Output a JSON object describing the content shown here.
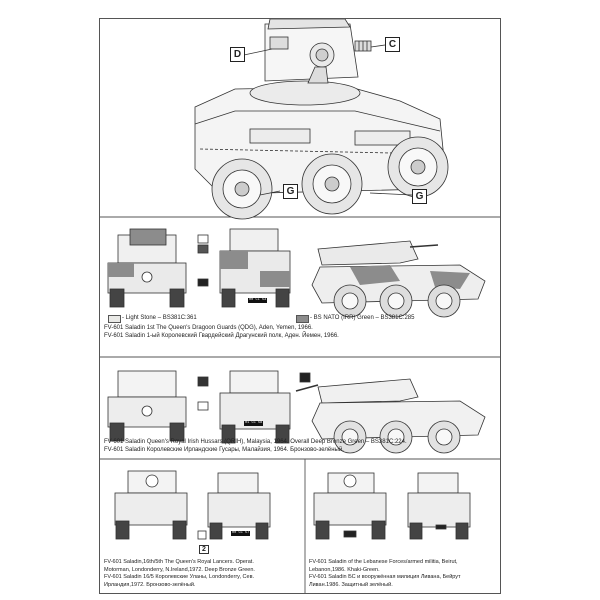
{
  "callouts": {
    "c": "C",
    "d": "D",
    "g1": "G",
    "g2": "G"
  },
  "legend": {
    "light_stone": "- Light Stone – BS381C:361",
    "light_stone_color": "#e9e9e6",
    "nato_green": "- BS NATO (IRR) Green – BS381C:285",
    "nato_green_color": "#8c8c8c"
  },
  "schemes": [
    {
      "en": "FV-601 Saladin 1st The Queen's Dragoon Guards (QDG), Aden, Yemen, 1966.",
      "ru": "FV-601 Saladin 1-ый Королевский Гвардейский Драгунский полк, Аден. Йемен, 1966."
    },
    {
      "en": "FV-601 Saladin Queen's Royal Irish Hussars (QRIH), Malaysia, 1964. Overall Deep Bronze Green – BS381C:224.",
      "ru": "FV-601 Saladin Королевские Ирландские Гусары, Малайзия, 1964. Бронзово-зелёный."
    },
    {
      "lines": [
        "FV-601 Saladin,16th/5th The Queen's Royal Lancers. Operat.",
        "Motorman, Londonderry, N.Ireland,1972. Deep Bronze Green.",
        "FV-601 Saladin 16/5 Королевские Уланы, Londonderry, Сев.",
        "Ирландия,1972. Бронзово-зелёный."
      ]
    },
    {
      "lines": [
        "FV-601 Saladin of the Lebanese Forces/armed militia, Beirut,",
        "Lebanon,1986. Khaki-Green.",
        "FV-601 Saladin БС и вооружённая милиция Ливана, Бейрут",
        "Ливан.1986. Защитный зелёный."
      ]
    }
  ],
  "markings": {
    "serial_1": "00 CL 53",
    "serial_2": "01 CC 58",
    "serial_3": "00 CC 57",
    "plate_num": "2"
  }
}
